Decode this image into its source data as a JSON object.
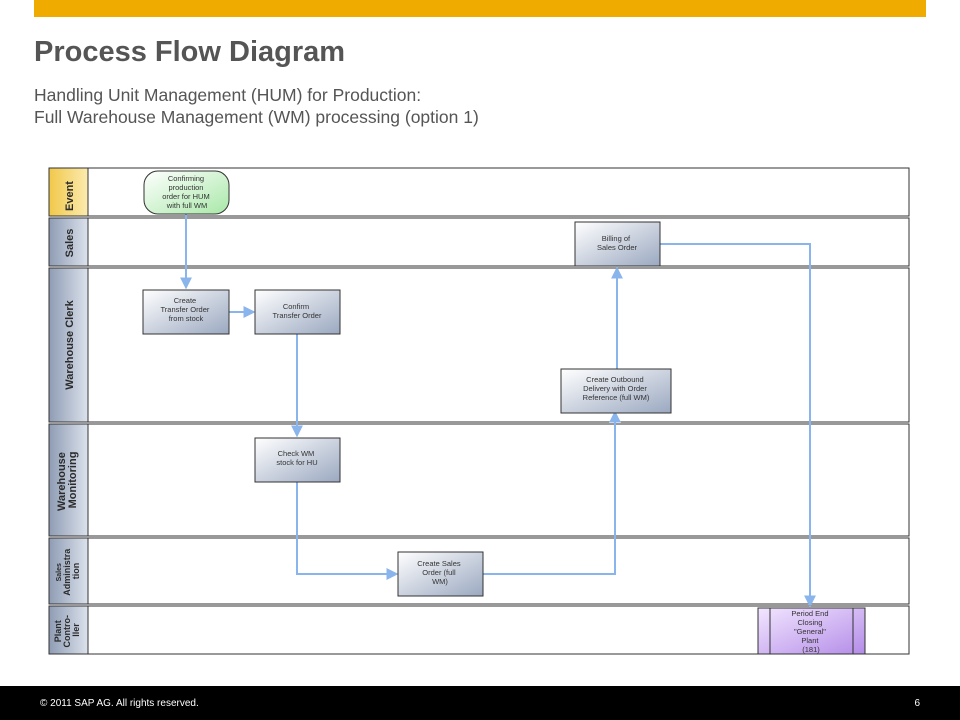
{
  "header": {
    "title": "Process Flow Diagram",
    "subtitle_line1": "Handling Unit Management (HUM) for Production:",
    "subtitle_line2": "Full Warehouse Management (WM) processing (option 1)"
  },
  "colors": {
    "accent_bar": "#f0ab00",
    "event_lane": "#f7d774",
    "lane_header": "#a7b4c8",
    "task_box": "#b4c0d4",
    "event_box": "#c8f0c8",
    "ext_process": "#c9a8f0",
    "arrow": "#8ab4ec"
  },
  "lanes": [
    {
      "label": [
        "Event"
      ]
    },
    {
      "label": [
        "Sales"
      ]
    },
    {
      "label": [
        "Warehouse Clerk"
      ]
    },
    {
      "label": [
        "Warehouse",
        "Monitoring"
      ]
    },
    {
      "label": [
        "Sales",
        "Administra",
        "tion"
      ]
    },
    {
      "label": [
        "Plant",
        "Contro-",
        "ller"
      ]
    }
  ],
  "event": {
    "lines": [
      "Confirming",
      "production",
      "order for HUM",
      "with full WM"
    ]
  },
  "tasks": [
    {
      "lines": [
        "Create",
        "Transfer Order",
        "from stock"
      ]
    },
    {
      "lines": [
        "Confirm",
        "Transfer Order"
      ]
    },
    {
      "lines": [
        "Check WM",
        "stock for HU"
      ]
    },
    {
      "lines": [
        "Create Sales",
        "Order (full",
        "WM)"
      ]
    },
    {
      "lines": [
        "Create Outbound",
        "Delivery with Order",
        "Reference (full WM)"
      ]
    },
    {
      "lines": [
        "Billing of",
        "Sales Order"
      ]
    }
  ],
  "external": {
    "lines": [
      "Period End",
      "Closing",
      "\"General\"",
      "Plant",
      "(181)"
    ]
  },
  "footer": {
    "copyright": "© 2011 SAP AG. All rights reserved.",
    "page": "6"
  }
}
